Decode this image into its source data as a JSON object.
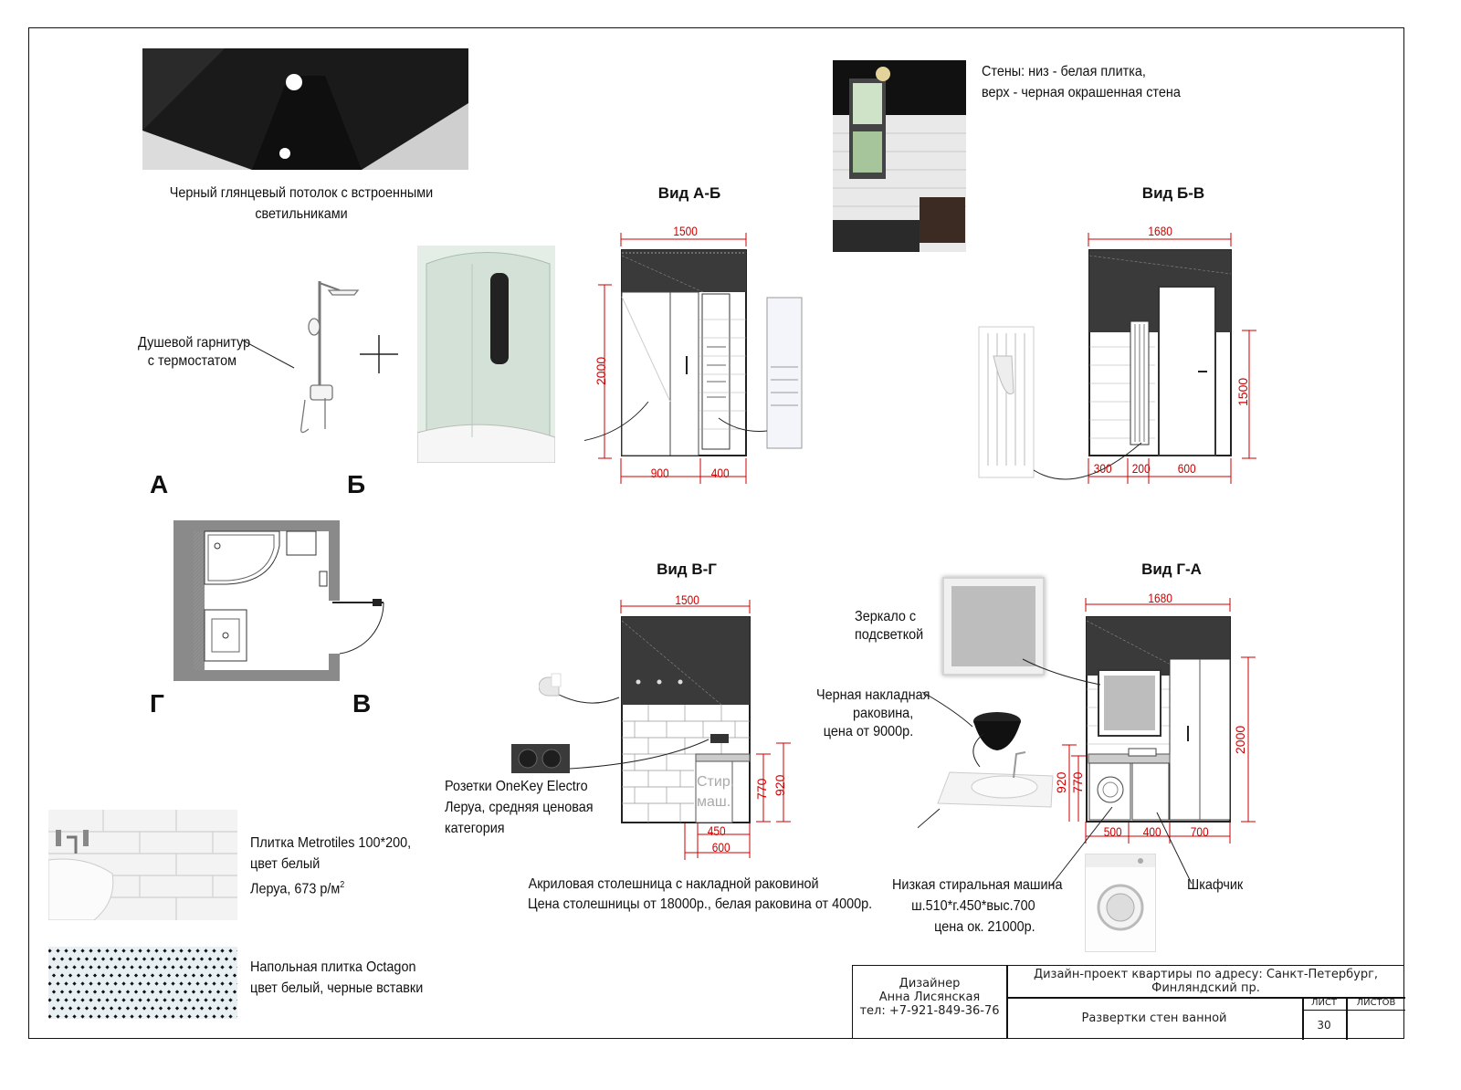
{
  "captions": {
    "ceiling": [
      "Черный глянцевый потолок с встроенными",
      "светильниками"
    ],
    "walls": [
      "Стены: низ - белая плитка,",
      "верх - черная окрашенная стена"
    ],
    "shower_set": [
      "Душевой гарнитур",
      "с термостатом"
    ],
    "mirror": [
      "Зеркало с",
      "подсветкой"
    ],
    "black_sink": [
      "Черная накладная",
      "раковина,",
      "цена от 9000р."
    ],
    "sockets": [
      "Розетки OneKey Electro",
      "Леруа, средняя ценовая",
      "категория"
    ],
    "countertop": [
      "Акриловая столешница с накладной раковиной",
      "Цена столешницы от 18000р., белая раковина от 4000р."
    ],
    "washer": [
      "Низкая стиральная машина",
      "ш.510*г.450*выс.700",
      "цена ок. 21000р."
    ],
    "cabinet": "Шкафчик",
    "wall_tile": [
      "Плитка Metrotiles 100*200,",
      "цвет белый",
      "Леруа, 673 р/м"
    ],
    "wall_tile_sup": "2",
    "floor_tile": [
      "Напольная плитка Octagon",
      "цвет белый, черные вставки"
    ],
    "washer_label": [
      "Стир.",
      "маш."
    ]
  },
  "views": {
    "ab": {
      "title": "Вид А-Б",
      "width": "1500",
      "height": "2000",
      "bottom": [
        "900",
        "400"
      ]
    },
    "bv": {
      "title": "Вид Б-В",
      "width": "1680",
      "height": "1500",
      "bottom": [
        "300",
        "200",
        "600"
      ]
    },
    "vg": {
      "title": "Вид В-Г",
      "width": "1500",
      "h1": "770",
      "h2": "920",
      "bottom": [
        "450",
        "600"
      ]
    },
    "ga": {
      "title": "Вид Г-А",
      "width": "1680",
      "height": "2000",
      "h1": "920",
      "h2": "770",
      "bottom": [
        "500",
        "400",
        "700"
      ]
    }
  },
  "plan_letters": {
    "a": "А",
    "b": "Б",
    "g": "Г",
    "v": "В"
  },
  "title_block": {
    "designer_label": "Дизайнер",
    "designer_name": "Анна Лисянская",
    "phone": "тел: +7-921-849-36-76",
    "project": [
      "Дизайн-проект квартиры по адресу: Санкт-Петербург,",
      "Финляндский пр."
    ],
    "sheet_title": "Развертки стен ванной",
    "sheet_label": "ЛИСТ",
    "sheets_label": "ЛИСТОВ",
    "sheet_no": "30"
  },
  "colors": {
    "dim_red": "#cc0000",
    "wall_black": "#3a3a3a"
  }
}
